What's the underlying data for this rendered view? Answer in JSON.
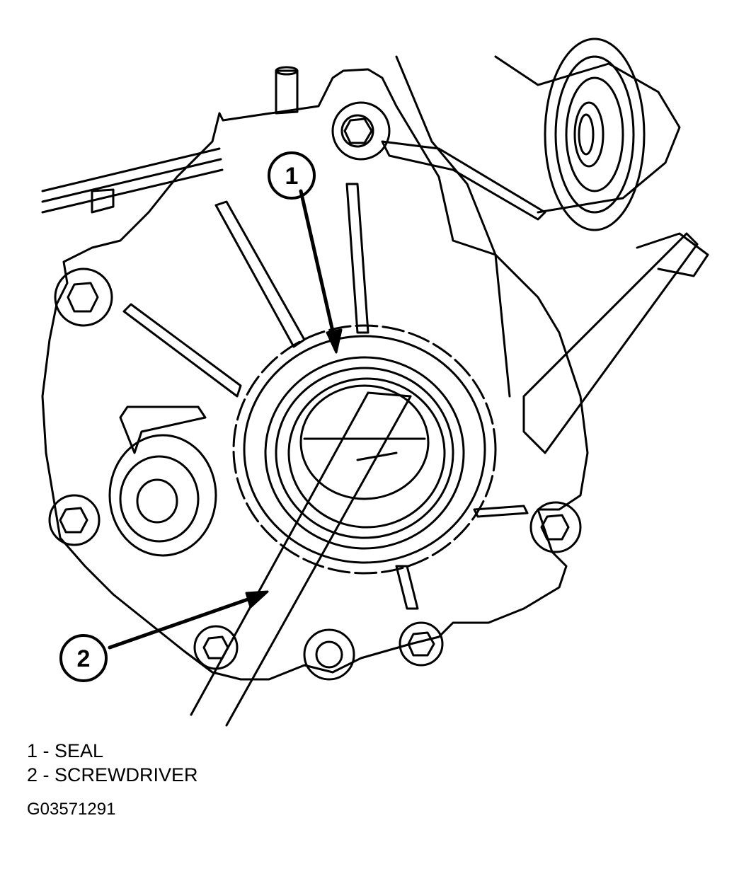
{
  "callouts": [
    {
      "number": "1",
      "label": "SEAL"
    },
    {
      "number": "2",
      "label": "SCREWDRIVER"
    }
  ],
  "legend": [
    "1 - SEAL",
    "2 - SCREWDRIVER"
  ],
  "figure_id": "G03571291"
}
